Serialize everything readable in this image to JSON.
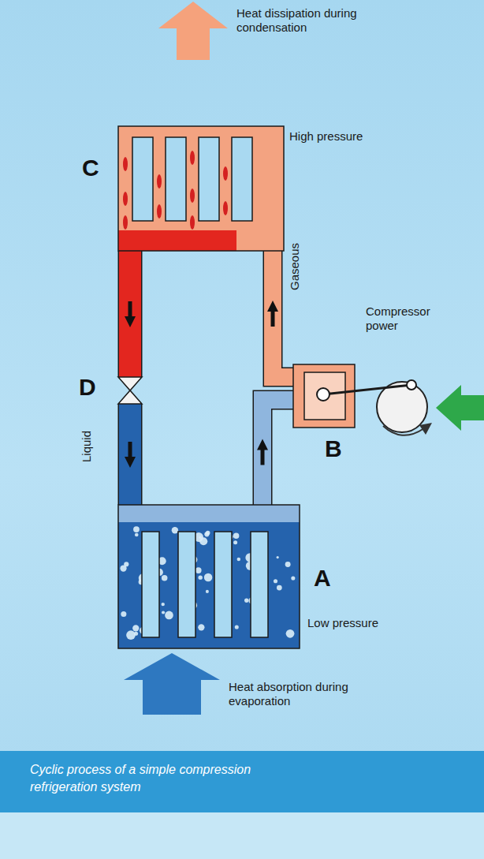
{
  "diagram": {
    "caption": "Cyclic process of a simple compression refrigeration system",
    "nodes": [
      {
        "text": [
          "C"
        ]
      },
      {
        "text": [
          "D"
        ]
      },
      {
        "text": [
          "B"
        ]
      },
      {
        "text": [
          "A"
        ]
      }
    ],
    "edges": [
      {
        "from": 3,
        "to": 2,
        "arrow": "to"
      },
      {
        "from": 2,
        "to": 0,
        "arrow": "to"
      },
      {
        "from": 0,
        "to": 1,
        "arrow": "to"
      },
      {
        "from": 1,
        "to": 3,
        "arrow": "to"
      }
    ],
    "labels": [
      "Heat dissipation during condensation",
      "High pressure",
      "Gaseous",
      "Compressor power",
      "Liquid",
      "Low pressure",
      "Heat absorption during evaporation"
    ]
  }
}
